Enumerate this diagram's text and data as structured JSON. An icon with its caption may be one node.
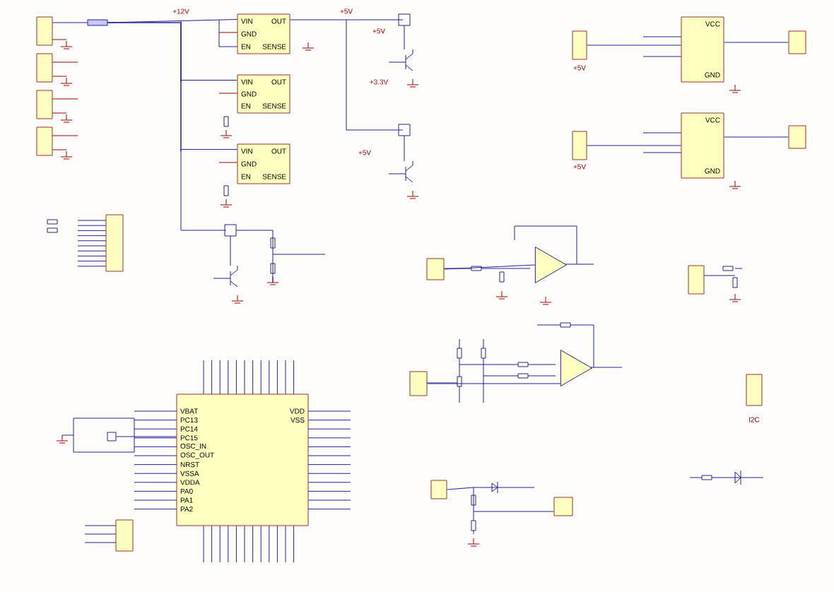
{
  "diagram": {
    "nodes": [
      {
        "text": [],
        "shape": "box"
      },
      {
        "text": [],
        "shape": "box"
      },
      {
        "text": [],
        "shape": "box"
      },
      {
        "text": [],
        "shape": "box"
      },
      {
        "text": [],
        "shape": "box"
      },
      {
        "text": [
          "VIN",
          "OUT",
          "GND",
          "EN",
          "SENSE"
        ]
      },
      {
        "text": [
          "VIN",
          "OUT",
          "GND",
          "EN",
          "SENSE"
        ]
      },
      {
        "text": [
          "VIN",
          "OUT",
          "GND",
          "EN",
          "SENSE"
        ]
      },
      {
        "text": [],
        "shape": "box"
      },
      {
        "text": [
          "VBAT",
          "PC13",
          "PC14",
          "PC15",
          "OSC_IN",
          "OSC_OUT",
          "NRST",
          "VSSA",
          "VDDA",
          "PA0",
          "PA1",
          "PA2",
          "VDD",
          "VSS"
        ]
      },
      {
        "text": [],
        "shape": "box"
      },
      {
        "text": [],
        "shape": "triangle"
      },
      {
        "text": [],
        "shape": "triangle"
      },
      {
        "text": [
          "VCC",
          "GND"
        ]
      },
      {
        "text": [
          "VCC",
          "GND"
        ]
      },
      {
        "text": [],
        "shape": "box"
      },
      {
        "text": [],
        "shape": "box"
      },
      {
        "text": [],
        "shape": "box"
      },
      {
        "text": [],
        "shape": "box"
      },
      {
        "text": [],
        "shape": "box"
      },
      {
        "text": [],
        "shape": "box"
      },
      {
        "text": [],
        "shape": "box"
      },
      {
        "text": [],
        "shape": "box",
        "beside": [
          "I2C"
        ]
      },
      {
        "text": [],
        "shape": "box"
      },
      {
        "text": [],
        "shape": "box"
      },
      {
        "text": [],
        "shape": "box"
      }
    ],
    "edges": [
      {
        "from": 0,
        "to": 4,
        "arrow": "none"
      },
      {
        "from": 4,
        "to": 5,
        "arrow": "none"
      },
      {
        "from": 4,
        "to": 6,
        "arrow": "none"
      },
      {
        "from": 4,
        "to": 7,
        "arrow": "none"
      },
      {
        "from": 10,
        "to": 9,
        "arrow": "none"
      },
      {
        "from": 19,
        "to": 11,
        "arrow": "none"
      },
      {
        "from": 20,
        "to": 12,
        "arrow": "none"
      },
      {
        "from": 13,
        "to": 15,
        "arrow": "none"
      },
      {
        "from": 14,
        "to": 16,
        "arrow": "none"
      },
      {
        "from": 17,
        "to": 13,
        "arrow": "none"
      },
      {
        "from": 18,
        "to": 14,
        "arrow": "none"
      },
      {
        "from": 23,
        "to": 24,
        "arrow": "none"
      }
    ],
    "labels": [
      "+12V",
      "+5V",
      "+5V",
      "+3.3V",
      "+5V",
      "+5V",
      "+5V"
    ]
  }
}
